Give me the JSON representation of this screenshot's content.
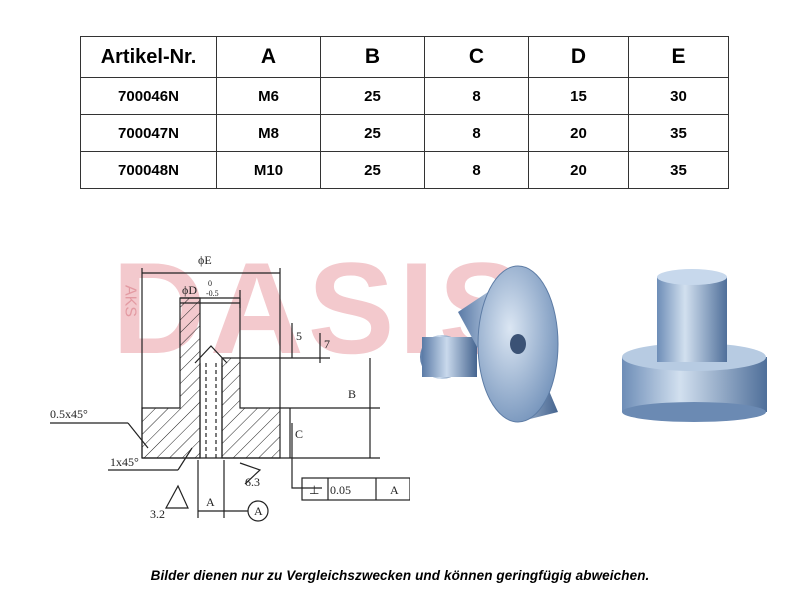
{
  "table": {
    "headers": [
      "Artikel-Nr.",
      "A",
      "B",
      "C",
      "D",
      "E"
    ],
    "rows": [
      [
        "700046N",
        "M6",
        "25",
        "8",
        "15",
        "30"
      ],
      [
        "700047N",
        "M8",
        "25",
        "8",
        "20",
        "35"
      ],
      [
        "700048N",
        "M10",
        "25",
        "8",
        "20",
        "35"
      ]
    ]
  },
  "watermark": {
    "text": "DASIS",
    "side_text": "AKS",
    "color": "#f2c4c8"
  },
  "drawing": {
    "label_E": "ϕE",
    "label_D": "ϕD",
    "label_D_tol_upper": "0",
    "label_D_tol_lower": "-0.5",
    "label_5": "5",
    "label_7": "7",
    "label_B": "B",
    "label_C": "C",
    "chamfer_outer": "0.5x45°",
    "chamfer_inner": "1x45°",
    "roughness_1": "6.3",
    "roughness_2": "3.2",
    "label_A": "A",
    "datum_A": "A",
    "tolerance_symbol": "⊥",
    "tolerance_value": "0.05",
    "tolerance_datum": "A"
  },
  "footer": {
    "disclaimer": "Bilder dienen nur zu Vergleichszwecken und können geringfügig abweichen."
  }
}
